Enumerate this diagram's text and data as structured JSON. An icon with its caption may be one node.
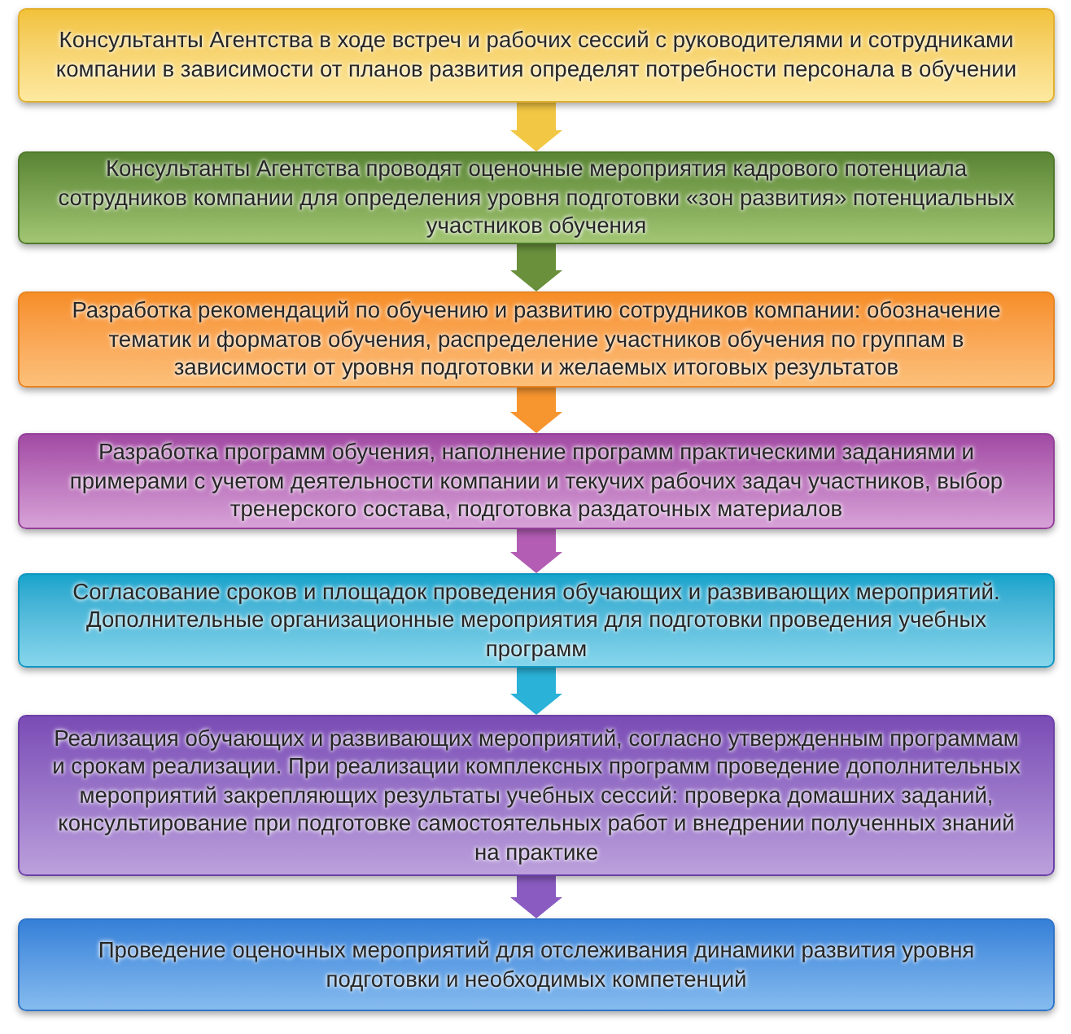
{
  "diagram": {
    "nodes": [
      {
        "text": [
          "Консультанты Агентства в ходе встреч и рабочих сессий с руководителями и сотрудниками компании в зависимости от планов развития определят потребности персонала в обучении"
        ]
      },
      {
        "text": [
          "Консультанты Агентства проводят оценочные мероприятия кадрового потенциала сотрудников компании для определения уровня подготовки «зон развития» потенциальных участников обучения"
        ]
      },
      {
        "text": [
          "Разработка рекомендаций по обучению и развитию сотрудников компании: обозначение тематик и форматов обучения, распределение участников обучения по группам в зависимости от уровня подготовки и желаемых итоговых результатов"
        ]
      },
      {
        "text": [
          "Разработка программ обучения, наполнение программ практическими заданиями и примерами с учетом деятельности компании и текучих рабочих задач участников, выбор тренерского состава, подготовка раздаточных материалов"
        ]
      },
      {
        "text": [
          "Согласование сроков и площадок проведения обучающих и развивающих мероприятий. Дополнительные организационные мероприятия для подготовки проведения учебных программ"
        ]
      },
      {
        "text": [
          "Реализация обучающих и развивающих мероприятий, согласно утвержденным программам и срокам реализации. При реализации комплексных программ проведение дополнительных мероприятий закрепляющих результаты учебных сессий: проверка домашних заданий, консультирование при подготовке самостоятельных работ и внедрении полученных знаний на практике"
        ]
      },
      {
        "text": [
          "Проведение оценочных мероприятий для отслеживания динамики развития уровня подготовки и необходимых компетенций"
        ]
      }
    ],
    "edges": [
      {
        "from": 0,
        "to": 1,
        "arrow": "to",
        "color": "#f2c744"
      },
      {
        "from": 1,
        "to": 2,
        "arrow": "to",
        "color": "#6a903c"
      },
      {
        "from": 2,
        "to": 3,
        "arrow": "to",
        "color": "#f7952f"
      },
      {
        "from": 3,
        "to": 4,
        "arrow": "to",
        "color": "#b35db4"
      },
      {
        "from": 4,
        "to": 5,
        "arrow": "to",
        "color": "#2ab2d8"
      },
      {
        "from": 5,
        "to": 6,
        "arrow": "to",
        "color": "#8a5cc2"
      }
    ]
  }
}
